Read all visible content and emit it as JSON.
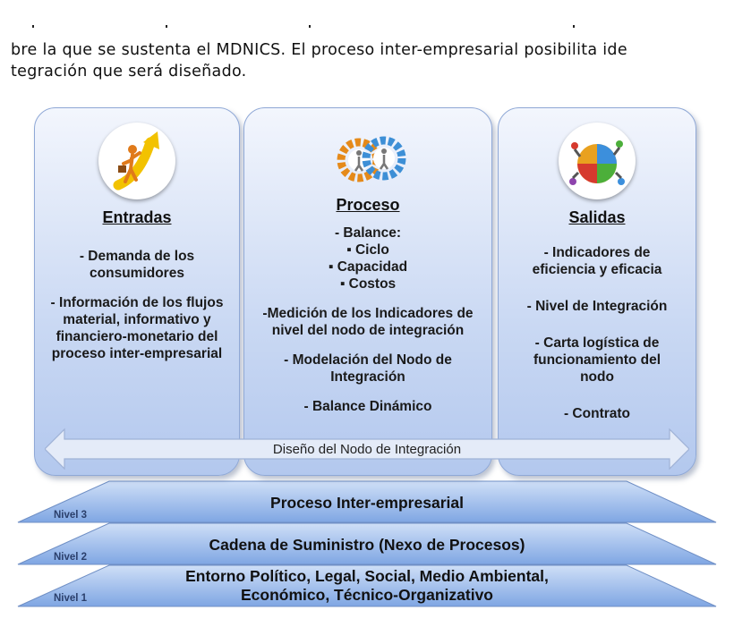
{
  "intro": {
    "line1": "bre la que se sustenta el MDNICS. El proceso inter-empresarial posibilita ide",
    "line2": "tegración que será diseñado."
  },
  "columns": [
    {
      "icon": "person-climbing-arrow-icon",
      "title": "Entradas",
      "items": [
        "- Demanda de los consumidores",
        "- Información de los flujos material, informativo y financiero-monetario del proceso inter-empresarial"
      ]
    },
    {
      "icon": "gears-with-people-icon",
      "title": "Proceso",
      "balance_label": "- Balance:",
      "balance_items": [
        "▪ Ciclo",
        "▪ Capacidad",
        "▪ Costos"
      ],
      "items": [
        "-Medición de los Indicadores de nivel del nodo de integración",
        "- Modelación del Nodo de Integración",
        "- Balance Dinámico"
      ]
    },
    {
      "icon": "puzzle-people-circle-icon",
      "title": "Salidas",
      "items": [
        "- Indicadores de eficiencia y eficacia",
        "- Nivel de Integración",
        "- Carta logística de funcionamiento del nodo",
        "- Contrato"
      ]
    }
  ],
  "arrow_label": "Diseño del Nodo de Integración",
  "levels": [
    {
      "label": "Nivel 3",
      "text": "Proceso Inter-empresarial"
    },
    {
      "label": "Nivel 2",
      "text": "Cadena de Suministro (Nexo de Procesos)"
    },
    {
      "label": "Nivel 1",
      "text": "Entorno Político, Legal, Social, Medio Ambiental, Económico, Técnico-Organizativo"
    }
  ],
  "colors": {
    "column_top": "#f3f6fd",
    "column_bottom": "#b3c8ee",
    "arrow_fill": "#dde6f6",
    "layer_top": "#c7d9f5",
    "layer_bottom": "#7fa6e3",
    "level_text": "#2b3f6b"
  }
}
